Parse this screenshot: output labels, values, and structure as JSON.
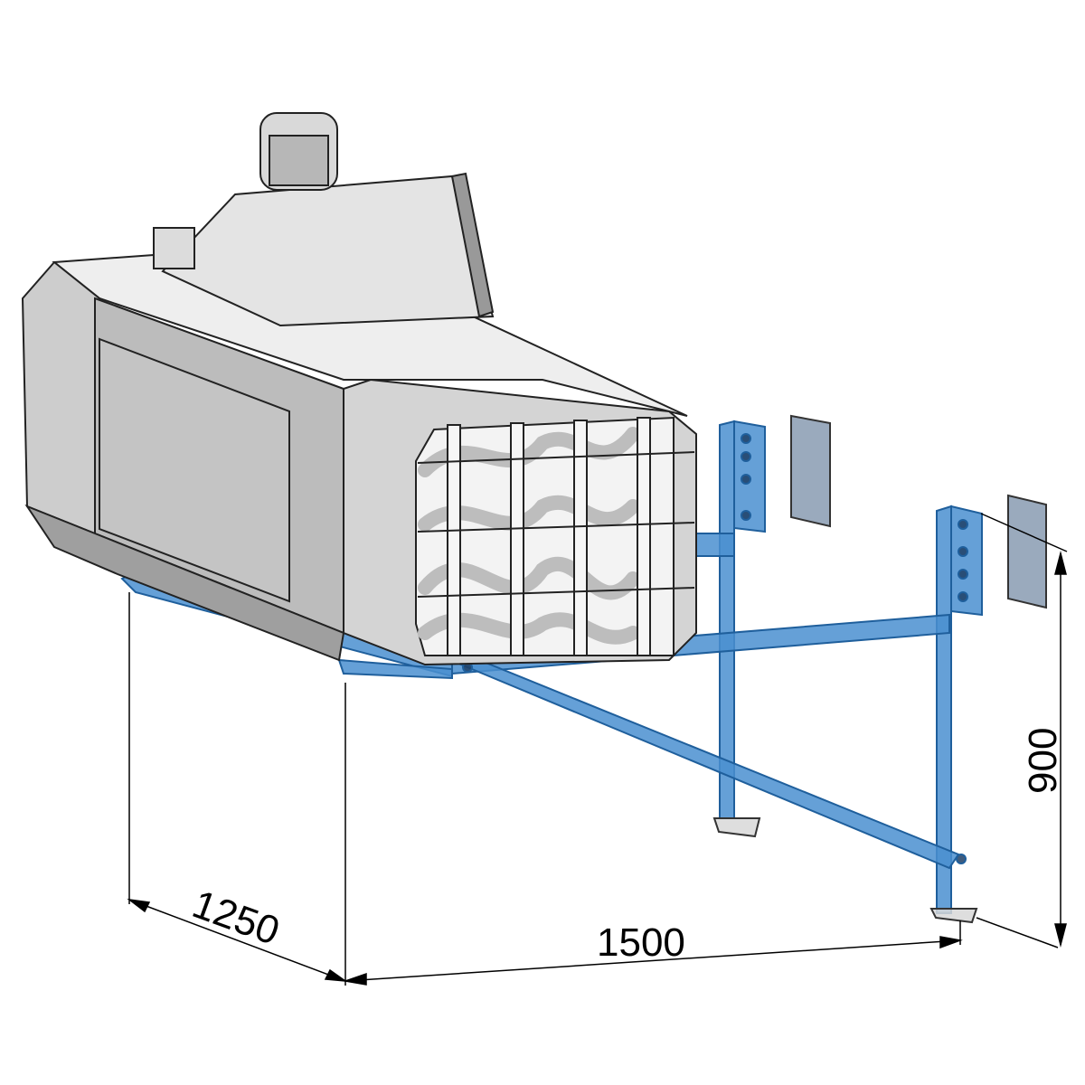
{
  "dimensions": {
    "depth": "1250",
    "width": "1500",
    "height": "900"
  },
  "colors": {
    "frame": "#3f86c8",
    "frame_dark": "#1f5f9c",
    "body_light": "#e6e6e6",
    "body_mid": "#cfcfcf",
    "body_dark": "#a9a9a9",
    "plate": "#9aaabd",
    "outline": "#222222"
  }
}
